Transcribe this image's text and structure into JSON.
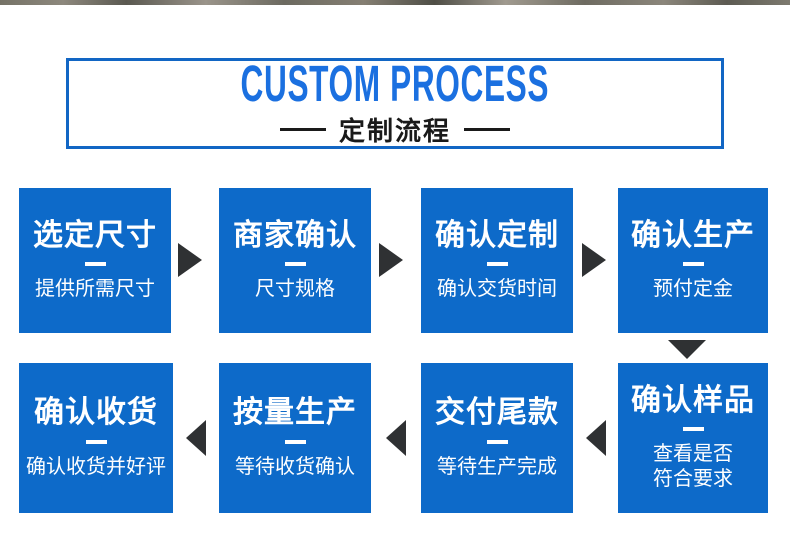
{
  "header": {
    "title_en": "CUSTOM PROCESS",
    "title_zh": "定制流程"
  },
  "colors": {
    "box_blue": "#0d6ac9",
    "header_border_blue": "#1266c4",
    "title_en_blue": "#1b70e0",
    "arrow_dark": "#2f3133",
    "step_text": "#ffffff",
    "zh_title_black": "#1a1a1a"
  },
  "steps": [
    {
      "title": "选定尺寸",
      "subtitle": "提供所需尺寸"
    },
    {
      "title": "商家确认",
      "subtitle": "尺寸规格"
    },
    {
      "title": "确认定制",
      "subtitle": "确认交货时间"
    },
    {
      "title": "确认生产",
      "subtitle": "预付定金"
    },
    {
      "title": "确认样品",
      "subtitle": "查看是否\n符合要求"
    },
    {
      "title": "交付尾款",
      "subtitle": "等待生产完成"
    },
    {
      "title": "按量生产",
      "subtitle": "等待收货确认"
    },
    {
      "title": "确认收货",
      "subtitle": "确认收货并好评"
    }
  ]
}
